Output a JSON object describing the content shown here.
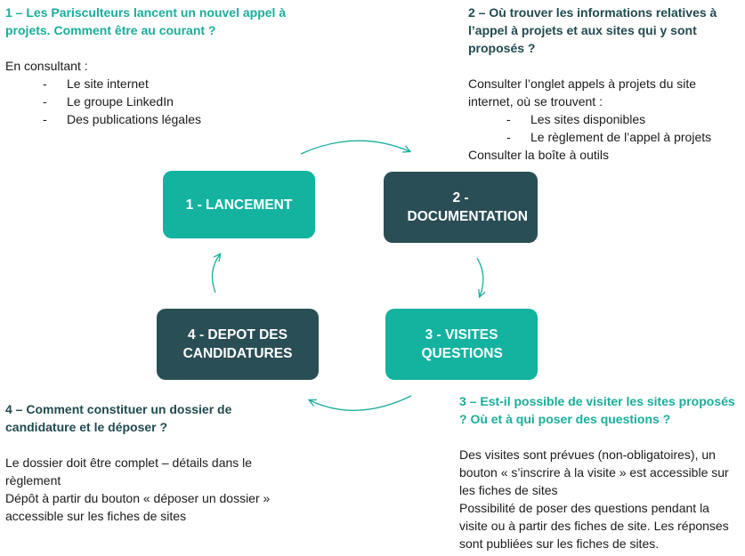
{
  "colors": {
    "teal": "#13b3a0",
    "dark": "#2a4e55",
    "question_teal": "#1aad9b",
    "question_dark": "#1f4a4f"
  },
  "steps": [
    {
      "label": "1 - LANCEMENT"
    },
    {
      "label": "2 - DOCUMENTATION"
    },
    {
      "label": "3 - VISITES QUESTIONS"
    },
    {
      "label": "4 - DEPOT DES CANDIDATURES"
    }
  ],
  "block1": {
    "question": "1 – Les Parisculteurs lancent un nouvel appel à projets. Comment être au courant ?",
    "intro": "En consultant :",
    "items": [
      "Le site internet",
      "Le groupe LinkedIn",
      "Des publications légales"
    ]
  },
  "block2": {
    "question": "2 – Où trouver les informations relatives à l’appel à projets et aux sites qui y sont proposés ?",
    "intro": "Consulter l’onglet appels  à projets du site internet, où se trouvent :",
    "items": [
      "Les sites disponibles",
      "Le règlement de l’appel à projets"
    ],
    "outro": "Consulter la boîte à outils"
  },
  "block3": {
    "question": "3 – Est-il possible de visiter les sites proposés ? Où et à qui poser des questions ?",
    "p1": "Des visites sont prévues (non-obligatoires), un bouton « s’inscrire à la visite »  est accessible sur les fiches de sites",
    "p2": "Possibilité de poser des questions pendant la visite ou à partir des fiches de site. Les réponses sont publiées sur les fiches de sites."
  },
  "block4": {
    "question": "4 – Comment constituer un dossier de candidature et le déposer ?",
    "p1": "Le dossier doit être complet – détails dans le règlement",
    "p2": "Dépôt à partir du bouton « déposer un dossier » accessible sur les fiches de sites"
  },
  "dash": "-"
}
